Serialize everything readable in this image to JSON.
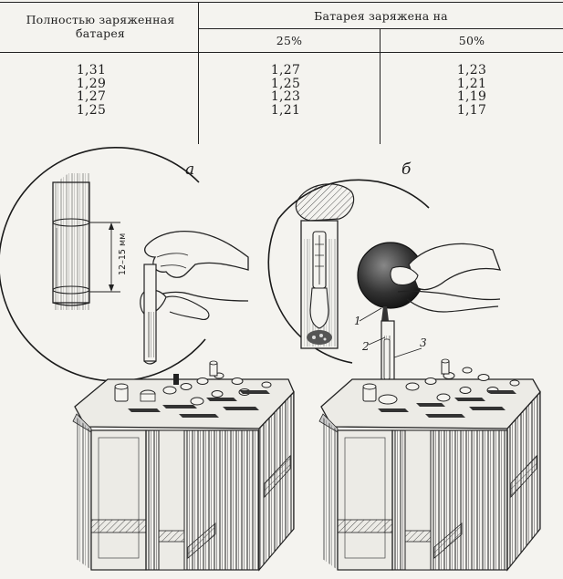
{
  "table": {
    "col1_header": "Полностью заряженная батарея",
    "group_header": "Батарея заряжена на",
    "sub_header_25": "25%",
    "sub_header_50": "50%",
    "full": [
      "1,31",
      "1,29",
      "1,27",
      "1,25"
    ],
    "pct25": [
      "1,27",
      "1,25",
      "1,23",
      "1,21"
    ],
    "pct50": [
      "1,23",
      "1,21",
      "1,19",
      "1,17"
    ]
  },
  "figure": {
    "label_a": "а",
    "label_b": "б",
    "dimension": "12–15 мм",
    "callouts": [
      "1",
      "2",
      "3"
    ]
  }
}
